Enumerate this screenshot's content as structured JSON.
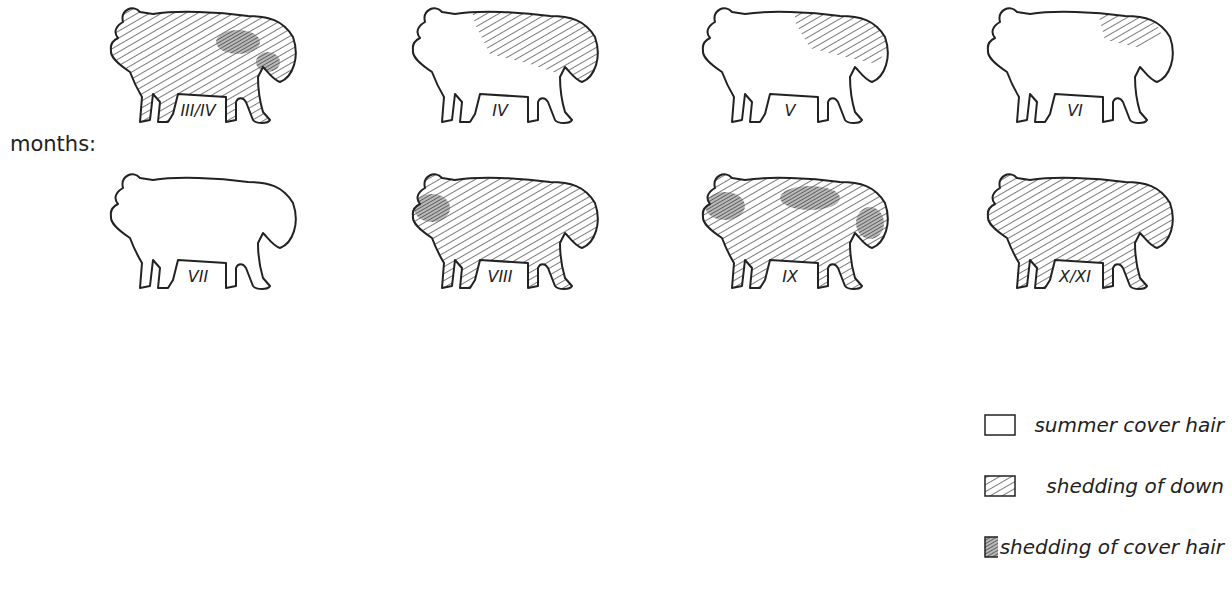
{
  "diagram": {
    "labels": [
      "months:",
      "III/IV",
      "IV",
      "V",
      "VI",
      "VII",
      "VIII",
      "IX",
      "X/XI"
    ],
    "legend": [
      {
        "text": "summer cover hair",
        "color": "#ffffff"
      },
      {
        "text": "shedding of down"
      },
      {
        "text": "shedding of cover hair"
      }
    ]
  }
}
